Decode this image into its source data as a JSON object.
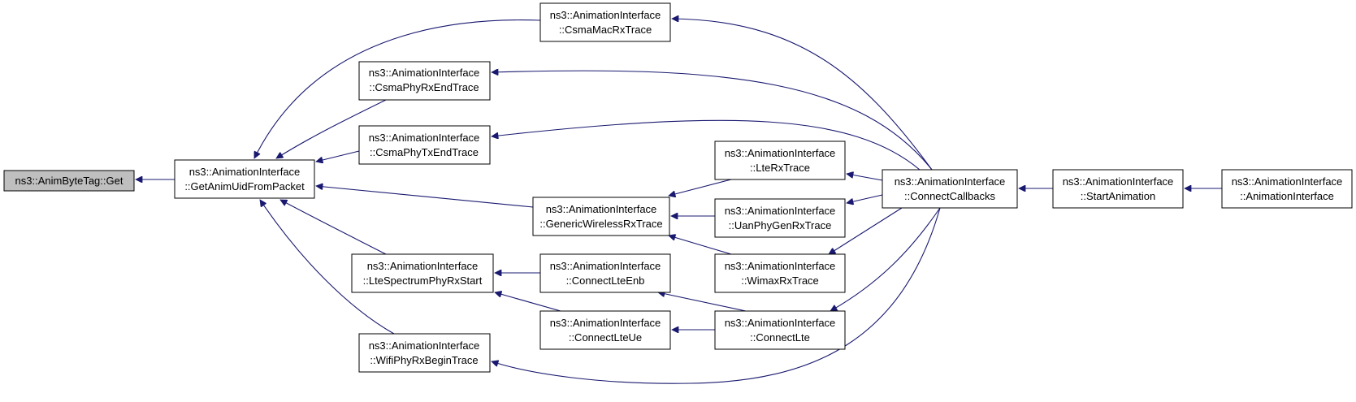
{
  "graph": {
    "edge_color": "#191970",
    "root_fill": "#bfbfbf",
    "nodes": [
      {
        "id": "get",
        "lines": [
          "ns3::AnimByteTag::Get"
        ]
      },
      {
        "id": "getanimuid",
        "lines": [
          "ns3::AnimationInterface",
          "::GetAnimUidFromPacket"
        ]
      },
      {
        "id": "csmamacrx",
        "lines": [
          "ns3::AnimationInterface",
          "::CsmaMacRxTrace"
        ]
      },
      {
        "id": "csmaphyrxend",
        "lines": [
          "ns3::AnimationInterface",
          "::CsmaPhyRxEndTrace"
        ]
      },
      {
        "id": "csmaphytxend",
        "lines": [
          "ns3::AnimationInterface",
          "::CsmaPhyTxEndTrace"
        ]
      },
      {
        "id": "genericwireless",
        "lines": [
          "ns3::AnimationInterface",
          "::GenericWirelessRxTrace"
        ]
      },
      {
        "id": "ltespectrum",
        "lines": [
          "ns3::AnimationInterface",
          "::LteSpectrumPhyRxStart"
        ]
      },
      {
        "id": "wifiphyrx",
        "lines": [
          "ns3::AnimationInterface",
          "::WifiPhyRxBeginTrace"
        ]
      },
      {
        "id": "lterx",
        "lines": [
          "ns3::AnimationInterface",
          "::LteRxTrace"
        ]
      },
      {
        "id": "uanphy",
        "lines": [
          "ns3::AnimationInterface",
          "::UanPhyGenRxTrace"
        ]
      },
      {
        "id": "wimaxrx",
        "lines": [
          "ns3::AnimationInterface",
          "::WimaxRxTrace"
        ]
      },
      {
        "id": "connectlteenb",
        "lines": [
          "ns3::AnimationInterface",
          "::ConnectLteEnb"
        ]
      },
      {
        "id": "connectlteue",
        "lines": [
          "ns3::AnimationInterface",
          "::ConnectLteUe"
        ]
      },
      {
        "id": "connectlte",
        "lines": [
          "ns3::AnimationInterface",
          "::ConnectLte"
        ]
      },
      {
        "id": "connectcallbacks",
        "lines": [
          "ns3::AnimationInterface",
          "::ConnectCallbacks"
        ]
      },
      {
        "id": "startanimation",
        "lines": [
          "ns3::AnimationInterface",
          "::StartAnimation"
        ]
      },
      {
        "id": "animationinterface",
        "lines": [
          "ns3::AnimationInterface",
          "::AnimationInterface"
        ]
      }
    ],
    "edges": [
      {
        "from": "getanimuid",
        "to": "get"
      },
      {
        "from": "csmamacrx",
        "to": "getanimuid"
      },
      {
        "from": "csmaphyrxend",
        "to": "getanimuid"
      },
      {
        "from": "csmaphytxend",
        "to": "getanimuid"
      },
      {
        "from": "genericwireless",
        "to": "getanimuid"
      },
      {
        "from": "ltespectrum",
        "to": "getanimuid"
      },
      {
        "from": "wifiphyrx",
        "to": "getanimuid"
      },
      {
        "from": "connectcallbacks",
        "to": "csmamacrx"
      },
      {
        "from": "connectcallbacks",
        "to": "csmaphyrxend"
      },
      {
        "from": "connectcallbacks",
        "to": "csmaphytxend"
      },
      {
        "from": "lterx",
        "to": "genericwireless"
      },
      {
        "from": "uanphy",
        "to": "genericwireless"
      },
      {
        "from": "wimaxrx",
        "to": "genericwireless"
      },
      {
        "from": "connectlteenb",
        "to": "ltespectrum"
      },
      {
        "from": "connectlteue",
        "to": "ltespectrum"
      },
      {
        "from": "connectcallbacks",
        "to": "wifiphyrx"
      },
      {
        "from": "connectcallbacks",
        "to": "lterx"
      },
      {
        "from": "connectcallbacks",
        "to": "uanphy"
      },
      {
        "from": "connectcallbacks",
        "to": "wimaxrx"
      },
      {
        "from": "connectlte",
        "to": "connectlteenb"
      },
      {
        "from": "connectlte",
        "to": "connectlteue"
      },
      {
        "from": "connectcallbacks",
        "to": "connectlte"
      },
      {
        "from": "startanimation",
        "to": "connectcallbacks"
      },
      {
        "from": "animationinterface",
        "to": "startanimation"
      }
    ]
  }
}
